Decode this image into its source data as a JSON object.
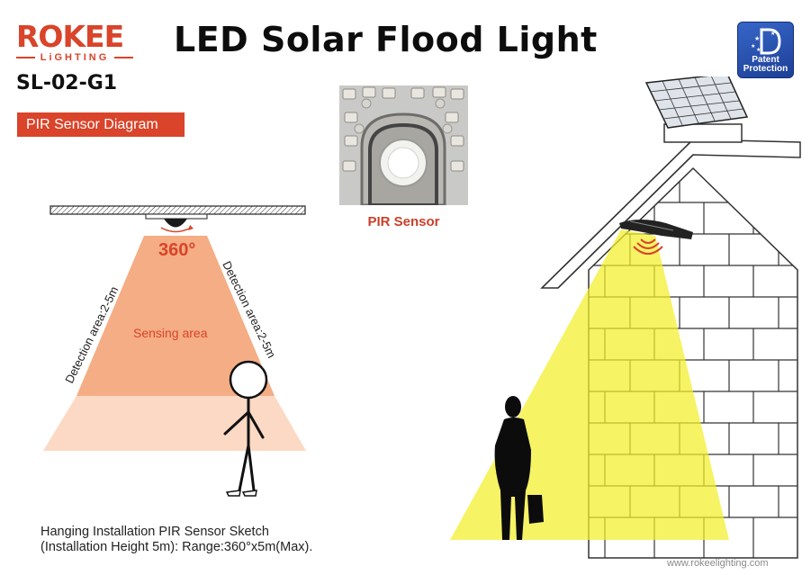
{
  "brand": {
    "name": "ROKEE",
    "sub": "LiGHTING"
  },
  "title": "LED Solar Flood Light",
  "model": "SL-02-G1",
  "section_tag": "PIR Sensor Diagram",
  "badge": {
    "line1": "Patent",
    "line2": "Protection"
  },
  "sensor_photo_label": "PIR Sensor",
  "diagram": {
    "angle_label": "360°",
    "left_range": "Detection area:2-5m",
    "right_range": "Detection area:2-5m",
    "center_label": "Sensing area"
  },
  "caption": {
    "line1": "Hanging Installation PIR Sensor Sketch",
    "line2": "(Installation Height 5m): Range:360°x5m(Max)."
  },
  "website": "www.rokeelighting.com",
  "colors": {
    "brand_red": "#d9442a",
    "sensing_dark": "#f4ad84",
    "sensing_light": "#fbd9c4",
    "light_beam": "#f3ef2a"
  }
}
